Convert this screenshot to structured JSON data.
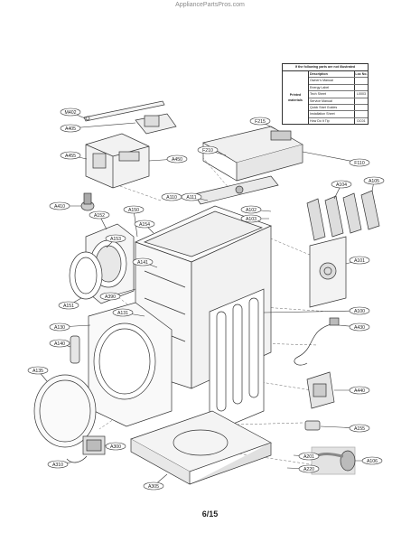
{
  "site_title": "AppliancePartsPros.com",
  "page_number": "6/15",
  "parts_table": {
    "title": "If the following parts are not illustrated",
    "group_label": "Printed materials",
    "headers": {
      "description": "Description",
      "loc": "Loc No."
    },
    "rows": [
      {
        "description": "Owner's Manual",
        "loc": ""
      },
      {
        "description": "Energy Label",
        "loc": ""
      },
      {
        "description": "Tech Sheet",
        "loc": "L0003"
      },
      {
        "description": "Service Manual",
        "loc": ""
      },
      {
        "description": "Quick Start Guides",
        "loc": ""
      },
      {
        "description": "Installation Sheet",
        "loc": ""
      },
      {
        "description": "How Do It Tip",
        "loc": "DC01"
      }
    ]
  },
  "labels": {
    "M402": "M402",
    "A405": "A405",
    "A455": "A455",
    "A450": "A450",
    "F215": "F215",
    "F210": "F210",
    "F110": "F110",
    "A410": "A410",
    "A152": "A152",
    "A150": "A150",
    "A154": "A154",
    "A153": "A153",
    "A110": "A110",
    "A111": "A111",
    "A104": "A104",
    "A105": "A105",
    "A102": "A102",
    "A103": "A103",
    "A141": "A141",
    "A101": "A101",
    "A390": "A390",
    "A131": "A131",
    "A151": "A151",
    "A100": "A100",
    "A430": "A430",
    "A130": "A130",
    "A140": "A140",
    "A135": "A135",
    "A440": "A440",
    "A155": "A155",
    "A300": "A300",
    "A201": "A201",
    "A310": "A310",
    "A220": "A220",
    "A106": "A106",
    "A305": "A305"
  }
}
